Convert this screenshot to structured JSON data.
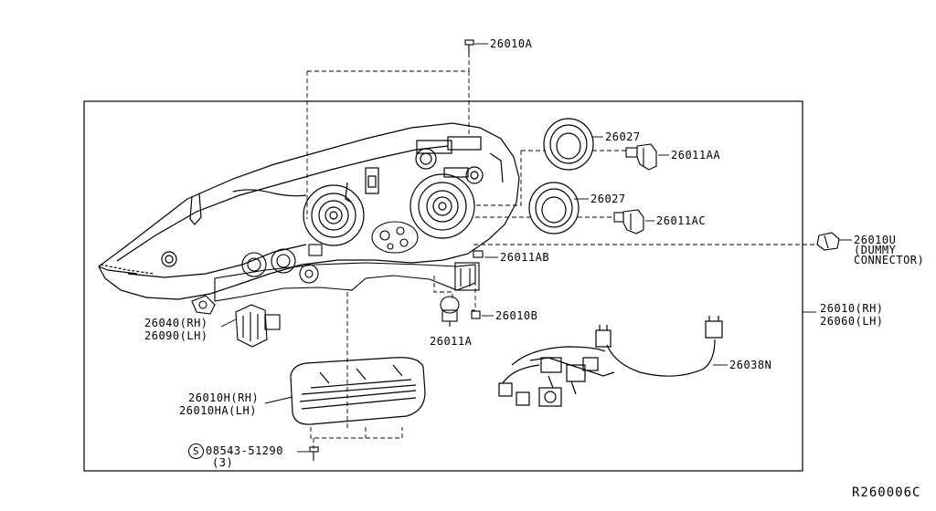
{
  "parts": {
    "p26010A": "26010A",
    "p26027_upper": "26027",
    "p26011AA": "26011AA",
    "p26027_lower": "26027",
    "p26011AC": "26011AC",
    "p26010U": "26010U",
    "p26010U_note1": "(DUMMY",
    "p26010U_note2": "CONNECTOR)",
    "p26011AB": "26011AB",
    "p26010B": "26010B",
    "p26011A": "26011A",
    "p26010_rh": "26010(RH)",
    "p26060_lh": "26060(LH)",
    "p26040_rh": "26040(RH)",
    "p26090_lh": "26090(LH)",
    "p26038N": "26038N",
    "p26010H_rh": "26010H(RH)",
    "p26010HA_lh": "26010HA(LH)",
    "screw_symbol": "S",
    "screw_code": "08543-51290",
    "screw_qty": "(3)"
  },
  "reference": "R260006C"
}
